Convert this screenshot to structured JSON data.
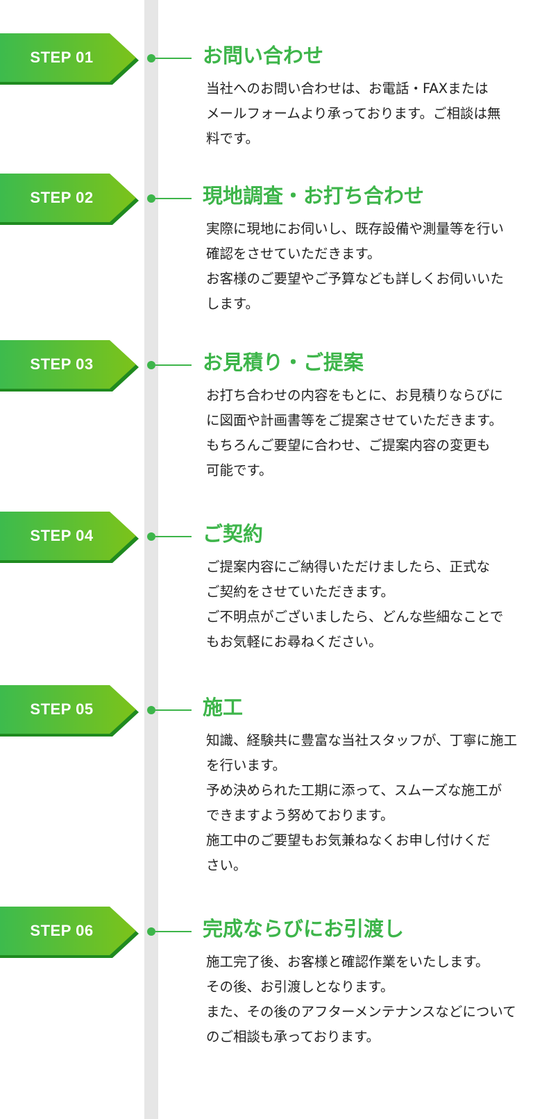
{
  "accent_color": "#3db54a",
  "steps": [
    {
      "label": "STEP 01",
      "title": "お問い合わせ",
      "lines": [
        "当社へのお問い合わせは、お電話・FAXまたは",
        "メールフォームより承っております。ご相談は無",
        "料です。"
      ]
    },
    {
      "label": "STEP 02",
      "title": "現地調査・お打ち合わせ",
      "lines": [
        "実際に現地にお伺いし、既存設備や測量等を行い",
        "確認をさせていただきます。",
        "お客様のご要望やご予算なども詳しくお伺いいた",
        "します。"
      ]
    },
    {
      "label": "STEP 03",
      "title": "お見積り・ご提案",
      "lines": [
        "お打ち合わせの内容をもとに、お見積りならびに",
        "に図面や計画書等をご提案させていただきます。",
        "もちろんご要望に合わせ、ご提案内容の変更も",
        "可能です。"
      ]
    },
    {
      "label": "STEP 04",
      "title": "ご契約",
      "lines": [
        "ご提案内容にご納得いただけましたら、正式な",
        "ご契約をさせていただきます。",
        "ご不明点がございましたら、どんな些細なことで",
        "もお気軽にお尋ねください。"
      ]
    },
    {
      "label": "STEP 05",
      "title": "施工",
      "lines": [
        "知識、経験共に豊富な当社スタッフが、丁寧に施工",
        "を行います。",
        "予め決められた工期に添って、スムーズな施工が",
        "できますよう努めております。",
        "施工中のご要望もお気兼ねなくお申し付けくだ",
        "さい。"
      ]
    },
    {
      "label": "STEP 06",
      "title": "完成ならびにお引渡し",
      "lines": [
        "施工完了後、お客様と確認作業をいたします。",
        "その後、お引渡しとなります。",
        "また、その後のアフターメンテナンスなどについて",
        "のご相談も承っております。"
      ]
    }
  ]
}
